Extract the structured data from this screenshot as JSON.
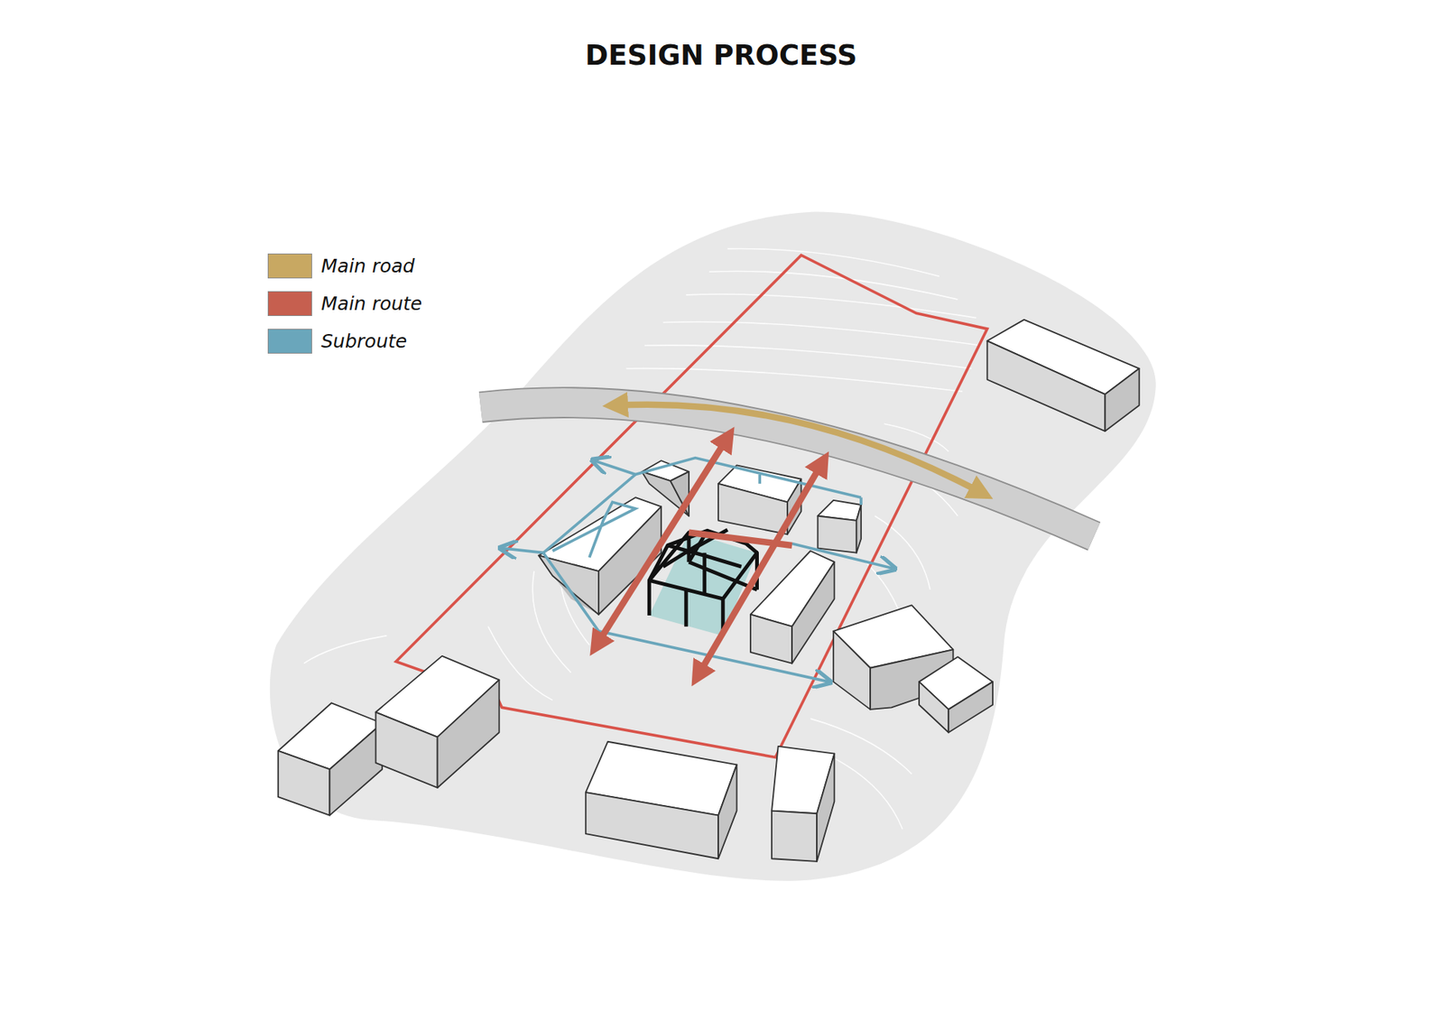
{
  "diagram": {
    "title": "DESIGN PROCESS",
    "legend": [
      {
        "text": "Main road",
        "color": "#c8a862"
      },
      {
        "text": "Main route",
        "color": "#c65f4f"
      },
      {
        "text": "Subroute",
        "color": "#6aa6bb"
      }
    ]
  }
}
